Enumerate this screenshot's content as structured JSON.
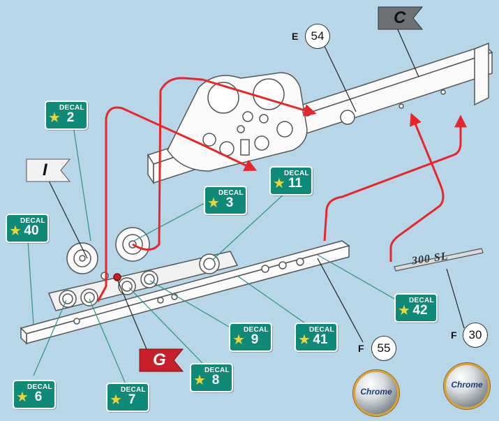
{
  "flags": {
    "c": "C",
    "i": "I",
    "g": "G"
  },
  "parts": {
    "e54": {
      "letter": "E",
      "number": "54"
    },
    "f55": {
      "letter": "F",
      "number": "55"
    },
    "f30": {
      "letter": "F",
      "number": "30"
    }
  },
  "decal_word": "DECAL",
  "decals": {
    "d2": "2",
    "d3": "3",
    "d6": "6",
    "d7": "7",
    "d8": "8",
    "d9": "9",
    "d11": "11",
    "d40": "40",
    "d41": "41",
    "d42": "42"
  },
  "badge_text": "300 SL",
  "chrome_label": "Chrome",
  "colors": {
    "background": "#b7d6e8",
    "arrow": "#e8262a",
    "decal": "#0f8a78",
    "flag_c": "#6d7175",
    "flag_g": "#c8202a"
  }
}
